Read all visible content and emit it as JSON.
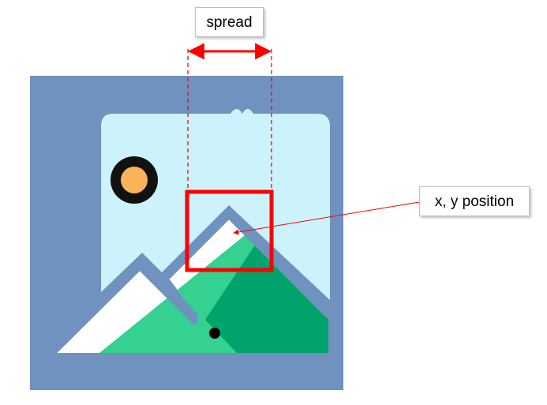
{
  "annotations": {
    "spread_label": "spread",
    "position_label": "x, y position"
  },
  "colors": {
    "frame_background": "#6f92bf",
    "sky": "#ccf2fc",
    "sun": "#fbb35a",
    "sun_ring": "#111111",
    "mountain_white": "#ffffff",
    "mountain_light_green": "#34d190",
    "mountain_dark_green": "#00a36b",
    "annotation_red": "#ff0000",
    "outline": "#6f92bf"
  },
  "icons": {
    "picture": "landscape-picture-icon",
    "sun": "sun-icon",
    "dot": "dot-marker"
  }
}
